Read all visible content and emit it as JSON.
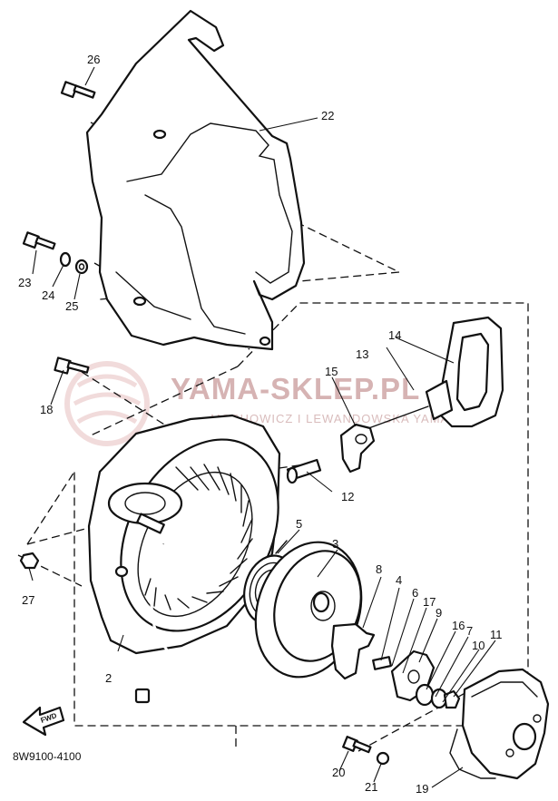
{
  "diagram": {
    "code": "8W9100-4100",
    "watermark": {
      "title": "YAMA-SKLEP.PL",
      "subtitle": "MOSHOWICZ I LEWANDOWSKA YAMAHA"
    },
    "direction_badge": "FWD",
    "callouts": [
      "2",
      "3",
      "4",
      "5",
      "6",
      "7",
      "8",
      "9",
      "10",
      "11",
      "12",
      "13",
      "14",
      "15",
      "16",
      "17",
      "18",
      "19",
      "20",
      "21",
      "22",
      "23",
      "24",
      "25",
      "26",
      "27"
    ],
    "part_names": {
      "fan_cover": "part-22",
      "starter_case": "part-2",
      "sheave_drum": "part-3",
      "spiral_spring": "part-5",
      "pawl": "part-8",
      "starter_handle": "part-14",
      "starter_rope": "part-13",
      "rope_guide": "part-15",
      "pulley": "part-19"
    }
  }
}
